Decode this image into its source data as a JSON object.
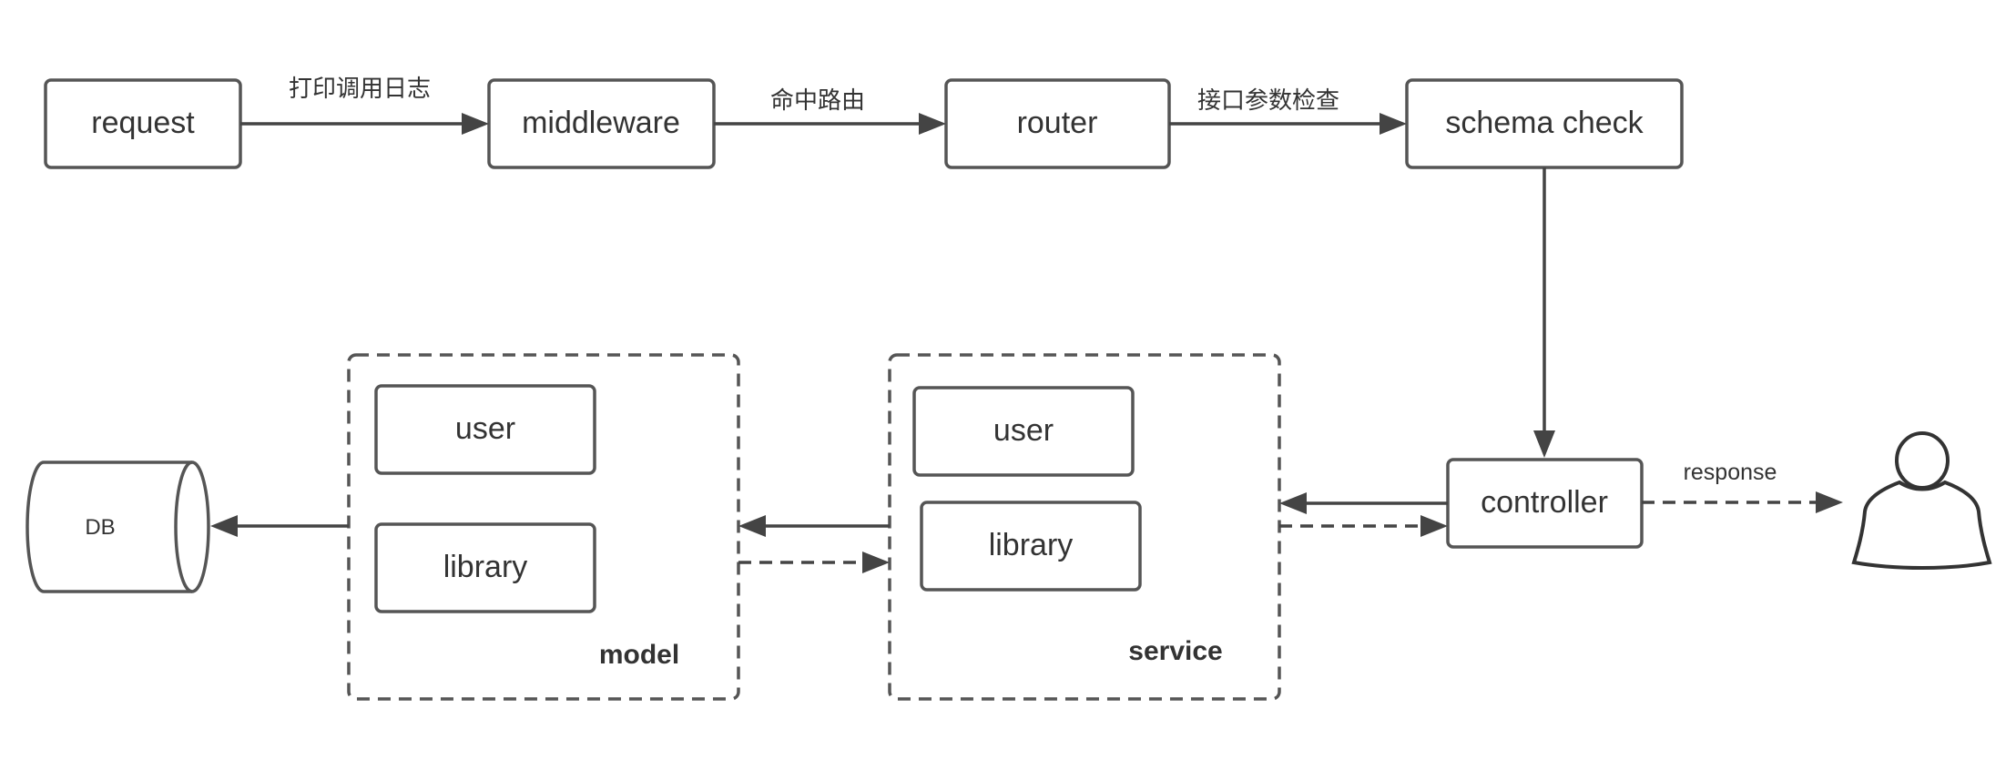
{
  "nodes": {
    "request": "request",
    "middleware": "middleware",
    "router": "router",
    "schema_check": "schema check",
    "controller": "controller",
    "db": "DB"
  },
  "edges": {
    "request_to_middleware": "打印调用日志",
    "middleware_to_router": "命中路由",
    "router_to_schema": "接口参数检查",
    "controller_to_user": "response"
  },
  "groups": {
    "model": {
      "label": "model",
      "items": [
        "user",
        "library"
      ]
    },
    "service": {
      "label": "service",
      "items": [
        "user",
        "library"
      ]
    }
  }
}
